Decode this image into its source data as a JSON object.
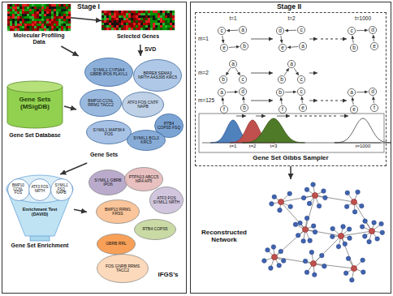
{
  "diagram": {
    "nodes": [
      {
        "text": [
          "Stage I"
        ]
      },
      {
        "text": [
          "Molecular Profiling Data"
        ],
        "in": 0
      },
      {
        "text": [
          "Selected Genes"
        ],
        "in": 0
      },
      {
        "text": [
          "Gene Sets"
        ],
        "in": 0
      },
      {
        "text": [
          "SYMIL1 CYP3A4 GBRB IPO6 PLAYL1"
        ],
        "in": 3
      },
      {
        "text": [
          "BRRE8 SEMA3 NRTH AAS395 KRC5"
        ],
        "in": 3
      },
      {
        "text": [
          "BMP10 CCNL RRM1 TACC2"
        ],
        "in": 3
      },
      {
        "text": [
          "ATF3 FOS CNTF NAPB"
        ],
        "in": 3
      },
      {
        "text": [
          "RTB4 COPS5 FSQ"
        ],
        "in": 3
      },
      {
        "text": [
          "SYMIL1 MAP3K4 FOS"
        ],
        "in": 3
      },
      {
        "text": [
          "SYMIL1 BCL3 KRC5"
        ],
        "in": 3
      },
      {
        "text": [
          "Gene Sets (MSigDB)",
          "Gene Set Database"
        ],
        "in": 0
      },
      {
        "text": [
          "Enrichment Test (DAVID)",
          "Gene Set Enrichment"
        ],
        "in": 0
      },
      {
        "text": [
          "BMP10 CCNL FOS"
        ],
        "in": 12
      },
      {
        "text": [
          "ATF3 FOS NRTH"
        ],
        "in": 12
      },
      {
        "text": [
          "SYMIL1 FSQ NAPB"
        ],
        "in": 12
      },
      {
        "text": [
          "IFGS's"
        ],
        "in": 0
      },
      {
        "text": [
          "SYMIL1 GBRB IPO6"
        ],
        "in": 16
      },
      {
        "text": [
          "PTPN13 ABCC5 NR4 AP5"
        ],
        "in": 16
      },
      {
        "text": [
          "ATF3 FOS SYMIL1 NRTH"
        ],
        "in": 16
      },
      {
        "text": [
          "BMP10 RRM1 FRSS"
        ],
        "in": 16
      },
      {
        "text": [
          "RTB4 COPS5"
        ],
        "in": 16
      },
      {
        "text": [
          "GBRB RRL"
        ],
        "in": 16
      },
      {
        "text": [
          "FOS GNRB RRMS TACC2"
        ],
        "in": 16
      },
      {
        "text": [
          "Stage II"
        ]
      },
      {
        "text": [
          "Gene Set Gibbs Sampler"
        ],
        "in": 24
      },
      {
        "text": [
          "c"
        ],
        "in": 25
      },
      {
        "text": [
          "a"
        ],
        "in": 25
      },
      {
        "text": [
          "e"
        ],
        "in": 25
      },
      {
        "text": [
          "b"
        ],
        "in": 25
      },
      {
        "text": [
          "d"
        ],
        "in": 25
      },
      {
        "text": [
          "c"
        ],
        "in": 25
      },
      {
        "text": [
          "e"
        ],
        "in": 25
      },
      {
        "text": [
          "a"
        ],
        "in": 25
      },
      {
        "text": [
          "c"
        ],
        "in": 25
      },
      {
        "text": [
          "d"
        ],
        "in": 25
      },
      {
        "text": [
          "b"
        ],
        "in": 25
      },
      {
        "text": [
          "e"
        ],
        "in": 25
      },
      {
        "text": [
          "a"
        ],
        "in": 25
      },
      {
        "text": [
          "b"
        ],
        "in": 25
      },
      {
        "text": [
          "c"
        ],
        "in": 25
      },
      {
        "text": [
          "a"
        ],
        "in": 25
      },
      {
        "text": [
          "b"
        ],
        "in": 25
      },
      {
        "text": [
          "c"
        ],
        "in": 25
      },
      {
        "text": [
          "a"
        ],
        "in": 25
      },
      {
        "text": [
          "d"
        ],
        "in": 25
      },
      {
        "text": [
          "f"
        ],
        "in": 25
      },
      {
        "text": [
          "b"
        ],
        "in": 25
      },
      {
        "text": [
          "b"
        ],
        "in": 25
      },
      {
        "text": [
          "c"
        ],
        "in": 25
      },
      {
        "text": [
          "f"
        ],
        "in": 25
      },
      {
        "text": [
          "e"
        ],
        "in": 25
      },
      {
        "text": [
          "a"
        ],
        "in": 25
      },
      {
        "text": [
          "d"
        ],
        "in": 25
      },
      {
        "text": [
          "e"
        ],
        "in": 25
      },
      {
        "text": [
          "f"
        ],
        "in": 25
      },
      {
        "text": [
          "Reconstructed Network"
        ],
        "in": 24
      }
    ],
    "edges": [
      {
        "from": 1,
        "to": 2,
        "arrow": "to"
      },
      {
        "from": 2,
        "to": 3,
        "label": "SVD",
        "arrow": "to"
      },
      {
        "from": 1,
        "to": 3,
        "arrow": "to"
      },
      {
        "from": 11,
        "to": 3,
        "arrow": "to"
      },
      {
        "from": 3,
        "to": 12,
        "arrow": "to"
      },
      {
        "from": 12,
        "to": 16,
        "arrow": "to"
      },
      {
        "from": 25,
        "to": 56,
        "arrow": "to"
      },
      {
        "from": 27,
        "to": 26,
        "arrow": "to"
      },
      {
        "from": 26,
        "to": 28,
        "arrow": "to"
      },
      {
        "from": 28,
        "to": 29,
        "arrow": "to"
      },
      {
        "from": 31,
        "to": 30,
        "arrow": "to"
      },
      {
        "from": 30,
        "to": 32,
        "arrow": "to"
      },
      {
        "from": 33,
        "to": 32,
        "arrow": "to"
      },
      {
        "from": 34,
        "to": 35,
        "arrow": "to"
      },
      {
        "from": 36,
        "to": 34,
        "arrow": "to"
      },
      {
        "from": 37,
        "to": 35,
        "arrow": "to"
      },
      {
        "from": 38,
        "to": 39,
        "arrow": "to"
      },
      {
        "from": 38,
        "to": 40,
        "arrow": "to"
      },
      {
        "from": 42,
        "to": 41,
        "arrow": "to"
      },
      {
        "from": 41,
        "to": 43,
        "arrow": "to"
      },
      {
        "from": 44,
        "to": 45,
        "arrow": "to"
      },
      {
        "from": 46,
        "to": 44,
        "arrow": "to"
      },
      {
        "from": 47,
        "to": 45,
        "arrow": "to"
      },
      {
        "from": 48,
        "to": 49,
        "arrow": "to"
      },
      {
        "from": 50,
        "to": 48,
        "arrow": "to"
      },
      {
        "from": 51,
        "to": 49,
        "arrow": "to"
      },
      {
        "from": 52,
        "to": 53,
        "arrow": "to"
      },
      {
        "from": 54,
        "to": 52,
        "arrow": "to"
      },
      {
        "from": 55,
        "to": 53,
        "arrow": "to"
      }
    ],
    "labels": [
      "m=1",
      "m=2",
      "m=125",
      "t=1",
      "t=2",
      "t=1000",
      "t=1",
      "t=2",
      "t=3",
      "t=1000"
    ]
  }
}
